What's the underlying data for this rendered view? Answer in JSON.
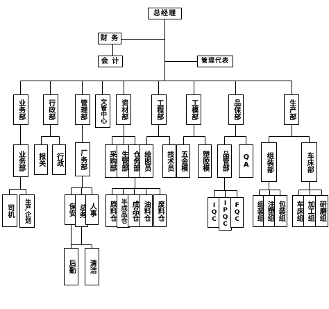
{
  "org_chart": {
    "root": "总经理",
    "finance": "财 务",
    "accountant": "会 计",
    "mgmt_rep": "管理代表",
    "departments": {
      "sales": "业务部",
      "admin": "行政部",
      "management": "管理部",
      "doc_center": "文管中心",
      "materials": "资材部",
      "engineering": "工程部",
      "mold": "工模部",
      "quality": "品保部",
      "production": "生产部"
    },
    "sales_sub": {
      "sales": "业务部",
      "driver": "司机",
      "planning": "生产企划"
    },
    "admin_sub": {
      "customs": "报关",
      "admin": "行政"
    },
    "management_sub": {
      "factory": "厂务部",
      "security": "保安",
      "general": "总务",
      "hr": "人事",
      "logistics": "后勤",
      "cleaning": "清洁"
    },
    "materials_sub": {
      "purchasing": "采购部",
      "prod_mgmt": "生管部",
      "warehouse": "仓务部",
      "raw_wh": "原料仓",
      "semi_wh": "半成品仓",
      "finished_wh": "成品仓",
      "oil_wh": "油料仓",
      "scrap_wh": "废料仓"
    },
    "engineering_sub": {
      "drafter": "绘图员",
      "technician": "技术员"
    },
    "mold_sub": {
      "hardware_mold": "五金模",
      "plastic_mold": "塑胶模"
    },
    "quality_sub": {
      "qc_dept": "品管部",
      "qa": "QA",
      "iqc": "IQC",
      "ipqc": "IPQC",
      "fqc": "FQC"
    },
    "production_sub": {
      "assembly_dept": "组装部",
      "lathe_dept": "车床部",
      "assembly_group": "组装组",
      "injection_group": "注塑组",
      "packing_group": "包装组",
      "lathe_group": "车床组",
      "machining_group": "加工组",
      "grinding_group": "研磨组"
    }
  }
}
